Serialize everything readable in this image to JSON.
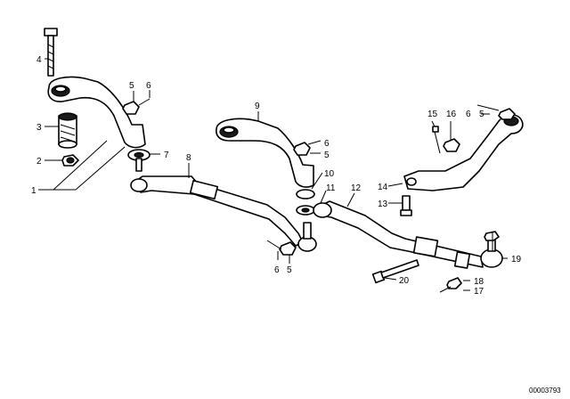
{
  "diagram": {
    "callouts": [
      "1",
      "2",
      "3",
      "4",
      "5",
      "6",
      "7",
      "8",
      "9",
      "5",
      "6",
      "10",
      "11",
      "12",
      "6",
      "5",
      "15",
      "16",
      "6",
      "5",
      "14",
      "13",
      "19",
      "20",
      "18",
      "17"
    ],
    "document_number": "00003793"
  }
}
